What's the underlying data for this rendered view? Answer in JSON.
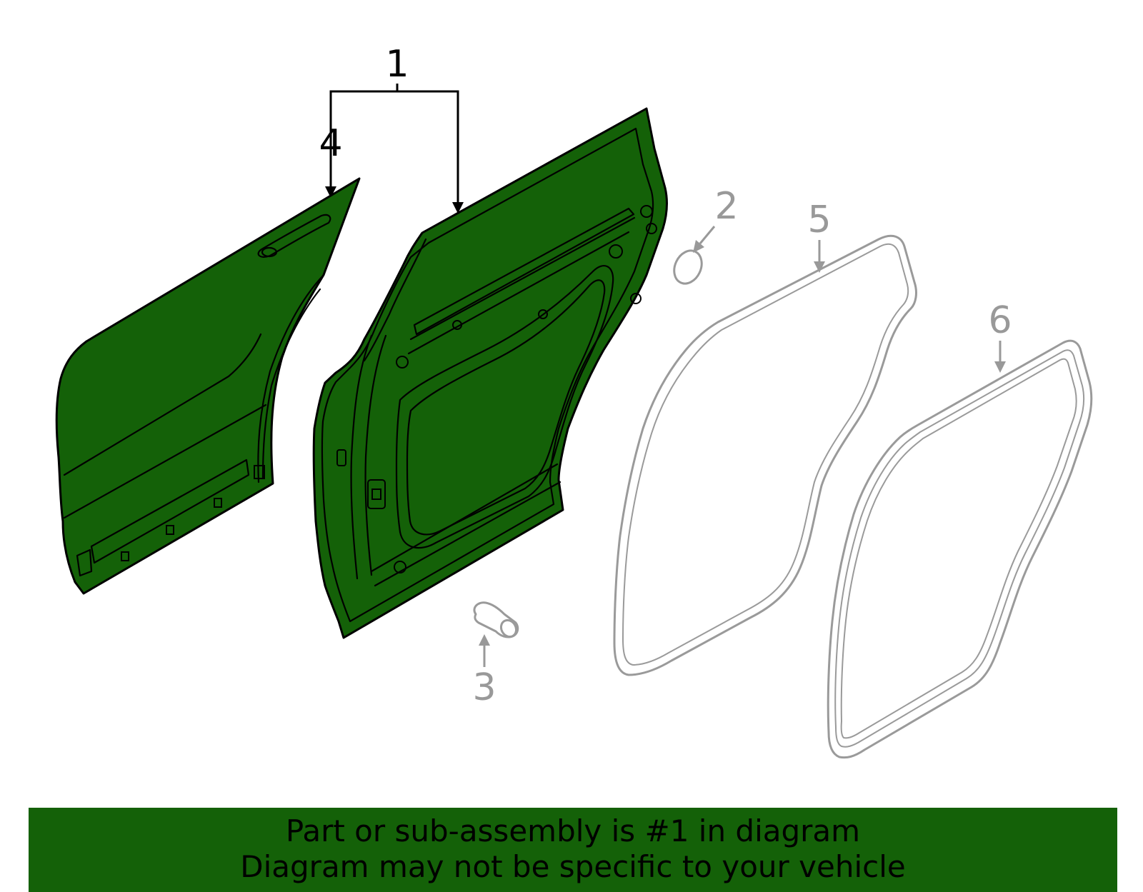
{
  "diagram": {
    "callouts": [
      "1",
      "2",
      "3",
      "4",
      "5",
      "6"
    ],
    "highlighted_callout": "1"
  },
  "banner": {
    "line1": "Part or sub-assembly is #1 in diagram",
    "line2": "Diagram may not be specific to your vehicle"
  },
  "colors": {
    "highlight_green": "#146108",
    "muted_gray": "#999999",
    "outline_black": "#000000"
  }
}
